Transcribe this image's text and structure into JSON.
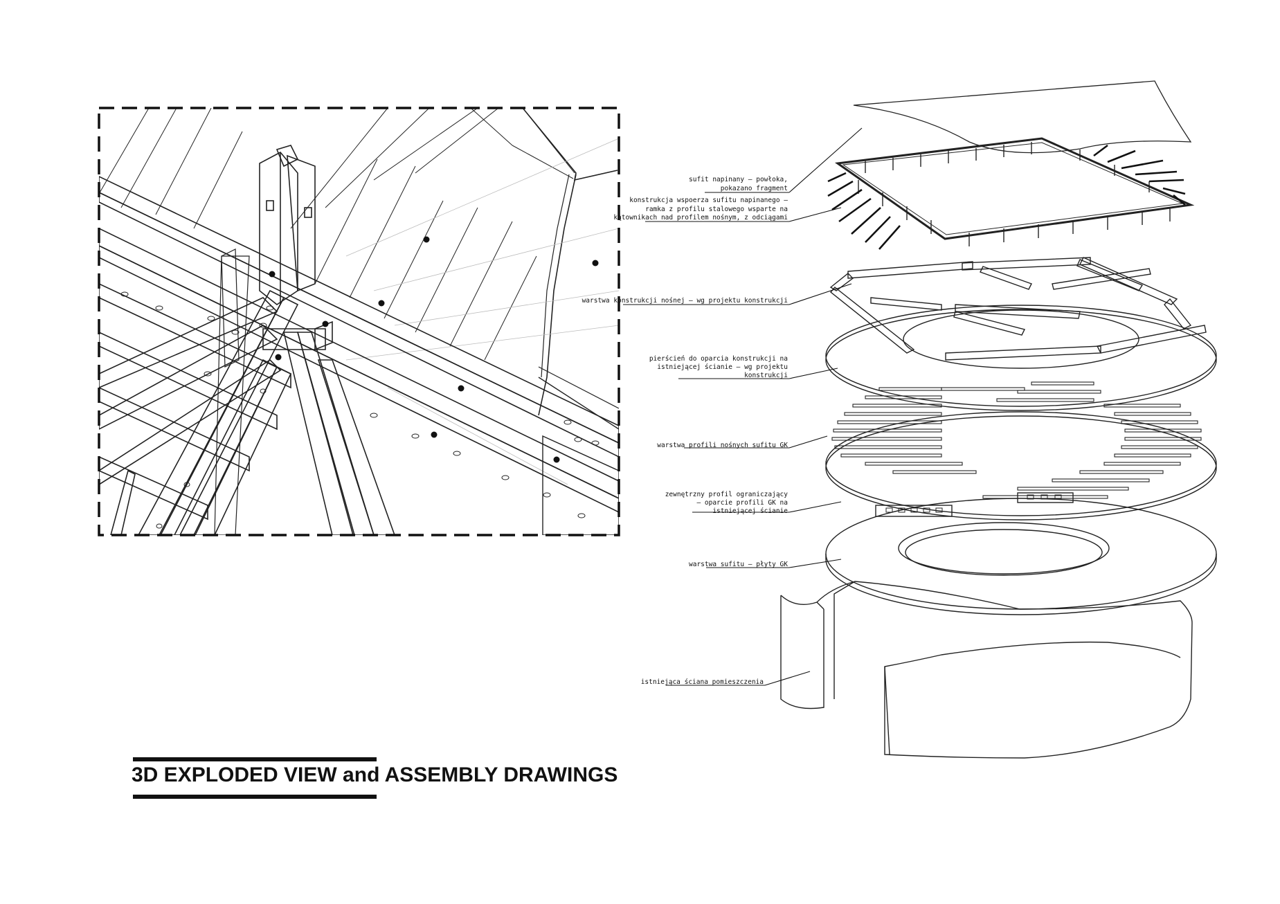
{
  "title": "3D EXPLODED VIEW and ASSEMBLY DRAWINGS",
  "labels": {
    "stretch_ceiling_line1": "sufit napinany – powłoka,",
    "stretch_ceiling_line2": "pokazano fragment",
    "support_line1": "konstrukcja wspoerza sufitu napinanego –",
    "support_line2": "ramka z profilu stalowego wsparte na",
    "support_line3": "kątownikach nad profilem nośnym, z odciągami",
    "structure_line1": "warstwa konstrukcji nośnej – wg projektu konstrukcji",
    "ring_line1": "pierścień do oparcia konstrukcji na",
    "ring_line2": "istniejącej ścianie – wg projektu",
    "ring_line3": "konstrukcji",
    "profiles_line1": "warstwa profili nośnych sufitu GK",
    "outer_line1": "zewnętrzny profil ograniczający",
    "outer_line2": "– oparcie profili GK na",
    "outer_line3": "istniejącej ścianie",
    "gk_line1": "warstwa sufitu – płyty GK",
    "wall_line1": "istniejąca ściana pomieszczenia"
  }
}
